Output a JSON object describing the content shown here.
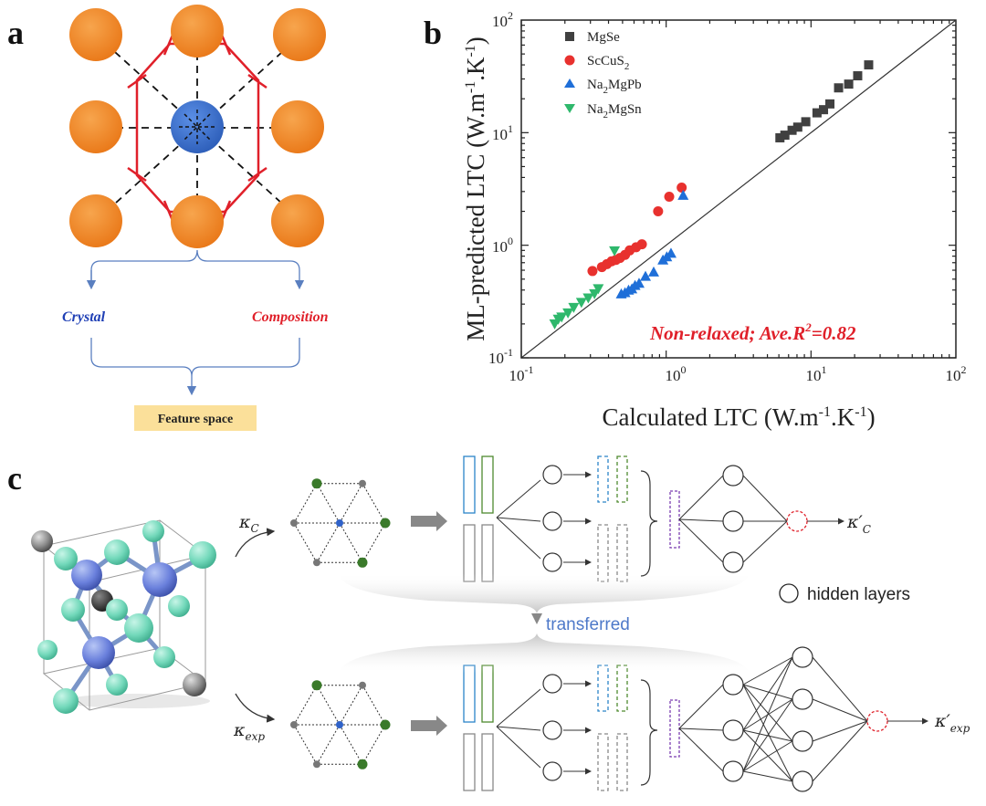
{
  "panel_a": {
    "letter": "a",
    "crystal_label": "Crystal",
    "composition_label": "Composition",
    "feature_label": "Feature space",
    "colors": {
      "outer_atom": "#f08a2c",
      "center_atom": "#3d6fd1",
      "polygon": "#e0202a",
      "feature_box": "#fbe09a"
    }
  },
  "panel_b": {
    "letter": "b",
    "xlabel_main": "Calculated LTC (W.m",
    "xlabel_exp1": "-1",
    "xlabel_mid": ".K",
    "xlabel_exp2": "-1",
    "xlabel_end": ")",
    "ylabel_main": "ML-predicted LTC (W.m",
    "ylabel_exp1": "-1",
    "ylabel_mid": ".K",
    "ylabel_exp2": "-1",
    "ylabel_end": ")",
    "annotation_main": "Non-relaxed; Ave.R",
    "annotation_exp": "2",
    "annotation_end": "=0.82",
    "legend": [
      {
        "pre": "MgSe",
        "sub": "",
        "post": ""
      },
      {
        "pre": "ScCuS",
        "sub": "2",
        "post": ""
      },
      {
        "pre": "Na",
        "sub": "2",
        "post": "MgPb"
      },
      {
        "pre": "Na",
        "sub": "2",
        "post": "MgSn"
      }
    ]
  },
  "chart_data": {
    "type": "scatter",
    "x_scale": "log",
    "y_scale": "log",
    "xlim": [
      0.1,
      100
    ],
    "ylim": [
      0.1,
      100
    ],
    "x_ticks": [
      0.1,
      1,
      10,
      100
    ],
    "y_ticks": [
      0.1,
      1,
      10,
      100
    ],
    "tick_labels": [
      {
        "base": "10",
        "exp": "-1"
      },
      {
        "base": "10",
        "exp": "0"
      },
      {
        "base": "10",
        "exp": "1"
      },
      {
        "base": "10",
        "exp": "2"
      }
    ],
    "legend_position": "top-left",
    "grid": false,
    "reference_line": "y = x",
    "series": [
      {
        "name": "MgSe",
        "marker": "square",
        "color": "#404040",
        "points": [
          [
            6.1,
            9.0
          ],
          [
            6.6,
            9.5
          ],
          [
            7.4,
            10.5
          ],
          [
            8.1,
            11.2
          ],
          [
            9.2,
            12.5
          ],
          [
            11,
            15
          ],
          [
            12.2,
            16
          ],
          [
            13.5,
            18
          ],
          [
            15.5,
            25
          ],
          [
            18.2,
            27
          ],
          [
            21,
            32
          ],
          [
            25,
            40
          ]
        ]
      },
      {
        "name": "ScCuS2",
        "marker": "circle",
        "color": "#e8312e",
        "points": [
          [
            0.31,
            0.59
          ],
          [
            0.36,
            0.64
          ],
          [
            0.39,
            0.68
          ],
          [
            0.42,
            0.72
          ],
          [
            0.45,
            0.74
          ],
          [
            0.48,
            0.77
          ],
          [
            0.52,
            0.82
          ],
          [
            0.56,
            0.9
          ],
          [
            0.62,
            0.96
          ],
          [
            0.68,
            1.02
          ],
          [
            0.88,
            2.0
          ],
          [
            1.05,
            2.7
          ],
          [
            1.28,
            3.25
          ]
        ]
      },
      {
        "name": "Na2MgPb",
        "marker": "triangle-up",
        "color": "#1f6fd8",
        "points": [
          [
            0.49,
            0.37
          ],
          [
            0.52,
            0.38
          ],
          [
            0.55,
            0.4
          ],
          [
            0.58,
            0.41
          ],
          [
            0.61,
            0.44
          ],
          [
            0.65,
            0.46
          ],
          [
            0.72,
            0.53
          ],
          [
            0.82,
            0.58
          ],
          [
            0.95,
            0.74
          ],
          [
            1.01,
            0.79
          ],
          [
            1.08,
            0.85
          ],
          [
            1.31,
            2.78
          ]
        ]
      },
      {
        "name": "Na2MgSn",
        "marker": "triangle-down",
        "color": "#2fb86c",
        "points": [
          [
            0.17,
            0.2
          ],
          [
            0.18,
            0.22
          ],
          [
            0.19,
            0.23
          ],
          [
            0.21,
            0.25
          ],
          [
            0.23,
            0.28
          ],
          [
            0.26,
            0.31
          ],
          [
            0.29,
            0.34
          ],
          [
            0.32,
            0.37
          ],
          [
            0.34,
            0.41
          ],
          [
            0.44,
            0.89
          ]
        ]
      }
    ]
  },
  "panel_c": {
    "letter": "c",
    "kappa_c_main": "κ",
    "kappa_c_sub": "C",
    "kappa_exp_main": "κ",
    "kappa_exp_sub": "exp",
    "kappa_c_out_main": "κ′",
    "kappa_c_out_sub": "C",
    "kappa_exp_out_main": "κ′",
    "kappa_exp_out_sub": "exp",
    "transferred_label": "transferred",
    "hidden_layers_label": "hidden layers",
    "colors": {
      "teal_atom": "#6fd6b8",
      "blue_atom": "#5f79d8",
      "grey_atom": "#8a8a8a",
      "graph_green": "#3a7a2a",
      "box_blue": "#2b84c8",
      "box_green": "#4f8a2f",
      "box_grey": "#888888",
      "purple": "#7b3fb0",
      "red_dashed": "#e0202a",
      "transferred": "#4e79c9"
    }
  }
}
